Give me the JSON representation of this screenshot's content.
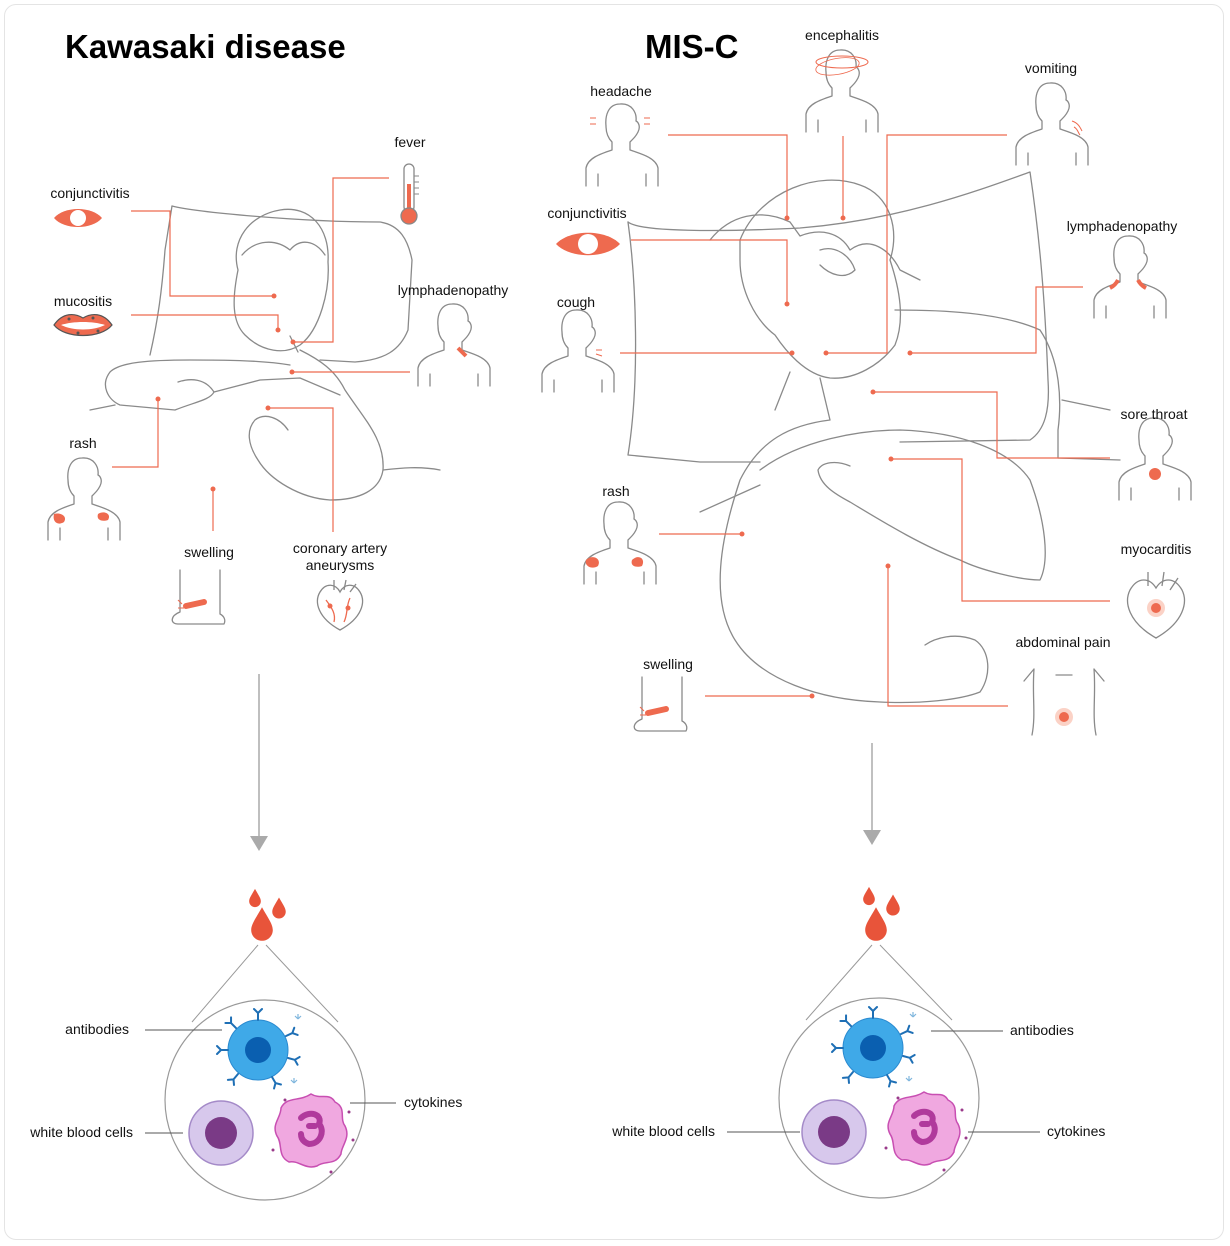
{
  "colors": {
    "accent": "#ee6a4f",
    "blood": "#e8543a",
    "outline": "#8a8a8a",
    "antibody_cell": "#3fa9e8",
    "white_blood_cell": "#b8a2d8",
    "cytokine_cell": "#e48ad0"
  },
  "kawasaki": {
    "title": "Kawasaki disease",
    "symptoms": {
      "fever": "fever",
      "conjunctivitis": "conjunctivitis",
      "mucositis": "mucositis",
      "lymphadenopathy": "lymphadenopathy",
      "rash": "rash",
      "swelling": "swelling",
      "coronary_line1": "coronary artery",
      "coronary_line2": "aneurysms"
    },
    "blood": {
      "antibodies": "antibodies",
      "white_blood_cells": "white blood cells",
      "cytokines": "cytokines"
    }
  },
  "misc": {
    "title": "MIS-C",
    "symptoms": {
      "encephalitis": "encephalitis",
      "headache": "headache",
      "vomiting": "vomiting",
      "conjunctivitis": "conjunctivitis",
      "lymphadenopathy": "lymphadenopathy",
      "cough": "cough",
      "sore_throat": "sore throat",
      "rash": "rash",
      "myocarditis": "myocarditis",
      "abdominal_pain": "abdominal pain",
      "swelling": "swelling"
    },
    "blood": {
      "antibodies": "antibodies",
      "white_blood_cells": "white blood cells",
      "cytokines": "cytokines"
    }
  },
  "icons": [
    "eye-icon",
    "lips-icon",
    "thermometer-icon",
    "person-bust-icon",
    "foot-icon",
    "heart-icon",
    "blood-drop-icon",
    "antibody-cell-icon",
    "white-blood-cell-icon",
    "cytokine-cell-icon",
    "arrow-down-icon"
  ]
}
